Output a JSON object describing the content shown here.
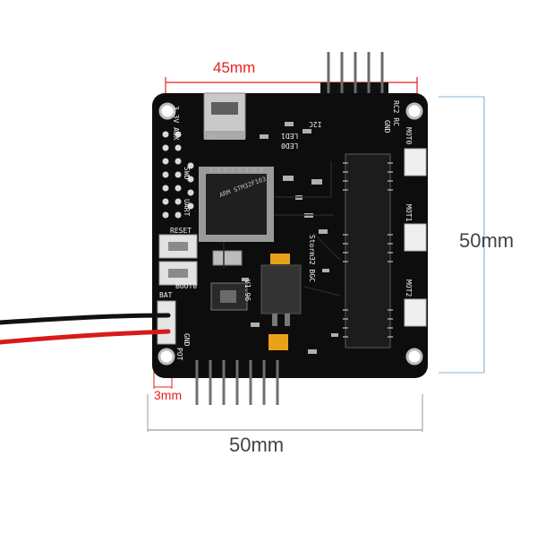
{
  "dimensions": {
    "top_width": "45mm",
    "height": "50mm",
    "width": "50mm",
    "hole_offset": "3mm"
  },
  "colors": {
    "pcb": "#0d0d0d",
    "dim_red": "#e8201c",
    "dim_blue": "#8ab4d8",
    "dim_gray": "#9a9a9a",
    "wire_red": "#d71a1a",
    "wire_black": "#111111",
    "capacitor": "#e8a21a"
  },
  "board_labels": {
    "aux": "3.3V AUX",
    "i2c": "I2C",
    "led0": "LED0",
    "led1": "LED1",
    "swd": "SWD",
    "uart": "UART",
    "reset": "RESET",
    "boot": "BOOT0",
    "bat": "BAT",
    "gnd": "GND",
    "pot": "POT",
    "version": "V1.96",
    "model": "Storm32 BGC",
    "rc2": "RC2 RC",
    "gnd2": "GND",
    "mot0": "MOT0",
    "mot1": "MOT1",
    "mot2": "MOT2",
    "chip": "ARM STM32F103"
  }
}
